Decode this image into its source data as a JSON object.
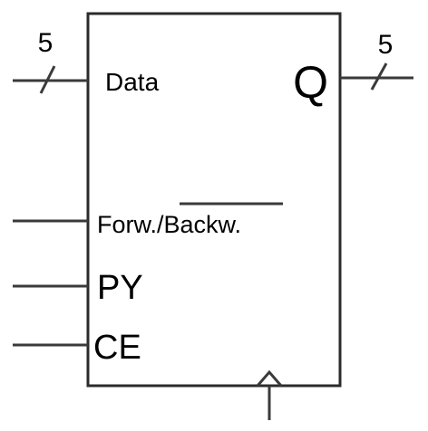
{
  "block": {
    "inputs": {
      "data": "Data",
      "direction_forward": "Forw./",
      "direction_backward": "Backw.",
      "py": "PY",
      "ce": "CE"
    },
    "outputs": {
      "q": "Q"
    },
    "bus_width_in": "5",
    "bus_width_out": "5"
  }
}
